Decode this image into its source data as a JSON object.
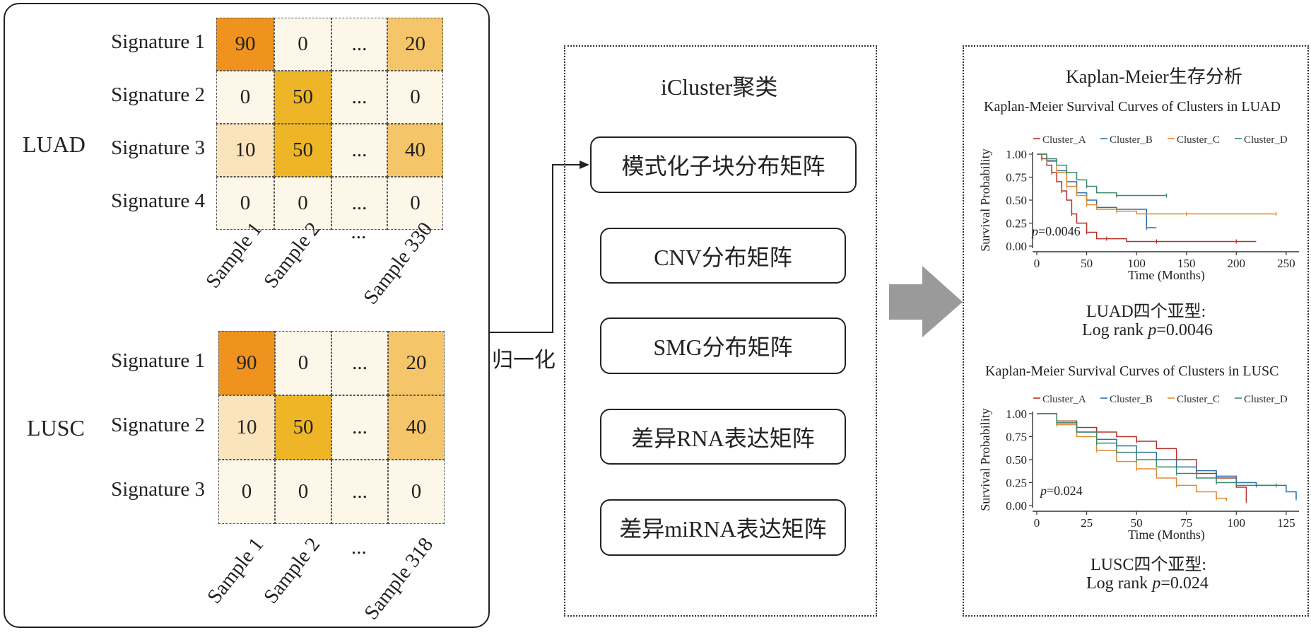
{
  "luad": {
    "group_label": "LUAD",
    "rows": [
      "Signature 1",
      "Signature 2",
      "Signature 3",
      "Signature 4"
    ],
    "cols": [
      "Sample 1",
      "Sample 2",
      "...",
      "Sample 330"
    ],
    "values": [
      [
        "90",
        "0",
        "...",
        "20"
      ],
      [
        "0",
        "50",
        "...",
        "0"
      ],
      [
        "10",
        "50",
        "...",
        "40"
      ],
      [
        "0",
        "0",
        "...",
        "0"
      ]
    ]
  },
  "lusc": {
    "group_label": "LUSC",
    "rows": [
      "Signature 1",
      "Signature 2",
      "Signature 3"
    ],
    "cols": [
      "Sample 1",
      "Sample 2",
      "...",
      "Sample 318"
    ],
    "values": [
      [
        "90",
        "0",
        "...",
        "20"
      ],
      [
        "10",
        "50",
        "...",
        "40"
      ],
      [
        "0",
        "0",
        "...",
        "0"
      ]
    ]
  },
  "colors": {
    "high": "#f0921e",
    "mid": "#eeb627",
    "midlow": "#f5c569",
    "low": "#fae4bc",
    "zero": "#fcf7e8"
  },
  "normalize_label": "归一化",
  "icluster": {
    "title": "iCluster聚类",
    "matrices": [
      "模式化子块分布矩阵",
      "CNV分布矩阵",
      "SMG分布矩阵",
      "差异RNA表达矩阵",
      "差异miRNA表达矩阵"
    ]
  },
  "survival": {
    "title": "Kaplan-Meier生存分析",
    "legend": [
      "Cluster_A",
      "Cluster_B",
      "Cluster_C",
      "Cluster_D"
    ],
    "series_colors": [
      "#b5302a",
      "#2e6fa8",
      "#e08a35",
      "#3a8a6a"
    ],
    "plots": [
      {
        "title": "Kaplan-Meier Survival Curves of Clusters in LUAD",
        "ylabel": "Survival Probability",
        "xlabel": "Time (Months)",
        "xticks": [
          "0",
          "50",
          "100",
          "150",
          "200",
          "250"
        ],
        "yticks": [
          "1.00",
          "0.75",
          "0.50",
          "0.25",
          "0.00"
        ],
        "pvalue_label": "p",
        "pvalue_text": "=0.0046",
        "caption1": "LUAD四个亚型:",
        "caption2_prefix": "Log rank ",
        "caption2_p": "p",
        "caption2_suffix": "=0.0046"
      },
      {
        "title": "Kaplan-Meier Survival Curves of Clusters in LUSC",
        "ylabel": "Survival Probability",
        "xlabel": "Time (Months)",
        "xticks": [
          "0",
          "25",
          "50",
          "75",
          "100",
          "125"
        ],
        "yticks": [
          "1.00",
          "0.75",
          "0.50",
          "0.25",
          "0.00"
        ],
        "pvalue_label": "p",
        "pvalue_text": "=0.024",
        "caption1": "LUSC四个亚型:",
        "caption2_prefix": "Log rank ",
        "caption2_p": "p",
        "caption2_suffix": "=0.024"
      }
    ]
  },
  "chart_data": [
    {
      "type": "line",
      "title": "Kaplan-Meier Survival Curves of Clusters in LUAD",
      "xlabel": "Time (Months)",
      "ylabel": "Survival Probability",
      "xlim": [
        0,
        260
      ],
      "ylim": [
        0,
        1
      ],
      "series": [
        {
          "name": "Cluster_A",
          "x": [
            0,
            5,
            10,
            15,
            20,
            25,
            30,
            35,
            40,
            50,
            60,
            70,
            90,
            120,
            150,
            200,
            220
          ],
          "y": [
            1.0,
            0.95,
            0.88,
            0.8,
            0.7,
            0.6,
            0.5,
            0.35,
            0.25,
            0.15,
            0.08,
            0.08,
            0.05,
            0.05,
            0.05,
            0.05,
            0.05
          ]
        },
        {
          "name": "Cluster_B",
          "x": [
            0,
            10,
            20,
            30,
            40,
            50,
            60,
            80,
            100,
            110,
            120
          ],
          "y": [
            1.0,
            0.93,
            0.82,
            0.7,
            0.58,
            0.5,
            0.42,
            0.4,
            0.4,
            0.2,
            0.2
          ]
        },
        {
          "name": "Cluster_C",
          "x": [
            0,
            10,
            20,
            30,
            40,
            50,
            60,
            80,
            100,
            150,
            200,
            240
          ],
          "y": [
            1.0,
            0.92,
            0.8,
            0.65,
            0.55,
            0.45,
            0.4,
            0.38,
            0.35,
            0.35,
            0.35,
            0.35
          ]
        },
        {
          "name": "Cluster_D",
          "x": [
            0,
            10,
            20,
            30,
            40,
            50,
            60,
            80,
            100,
            130
          ],
          "y": [
            1.0,
            0.95,
            0.88,
            0.8,
            0.72,
            0.65,
            0.58,
            0.55,
            0.55,
            0.55
          ]
        }
      ]
    },
    {
      "type": "line",
      "title": "Kaplan-Meier Survival Curves of Clusters in LUSC",
      "xlabel": "Time (Months)",
      "ylabel": "Survival Probability",
      "xlim": [
        0,
        130
      ],
      "ylim": [
        0,
        1
      ],
      "series": [
        {
          "name": "Cluster_A",
          "x": [
            0,
            10,
            20,
            30,
            40,
            50,
            60,
            70,
            80,
            90,
            100,
            105
          ],
          "y": [
            1.0,
            0.92,
            0.85,
            0.8,
            0.75,
            0.7,
            0.62,
            0.5,
            0.35,
            0.3,
            0.2,
            0.05
          ]
        },
        {
          "name": "Cluster_B",
          "x": [
            0,
            10,
            20,
            30,
            40,
            50,
            60,
            70,
            80,
            90,
            100,
            110,
            125,
            130
          ],
          "y": [
            1.0,
            0.9,
            0.8,
            0.72,
            0.65,
            0.58,
            0.5,
            0.42,
            0.38,
            0.32,
            0.25,
            0.22,
            0.15,
            0.08
          ]
        },
        {
          "name": "Cluster_C",
          "x": [
            0,
            10,
            20,
            30,
            40,
            50,
            60,
            70,
            80,
            90,
            95
          ],
          "y": [
            1.0,
            0.88,
            0.75,
            0.6,
            0.48,
            0.4,
            0.3,
            0.22,
            0.15,
            0.08,
            0.05
          ]
        },
        {
          "name": "Cluster_D",
          "x": [
            0,
            10,
            20,
            30,
            40,
            50,
            60,
            70,
            80,
            90,
            100,
            120
          ],
          "y": [
            1.0,
            0.9,
            0.8,
            0.68,
            0.58,
            0.5,
            0.42,
            0.35,
            0.3,
            0.25,
            0.22,
            0.22
          ]
        }
      ]
    }
  ]
}
